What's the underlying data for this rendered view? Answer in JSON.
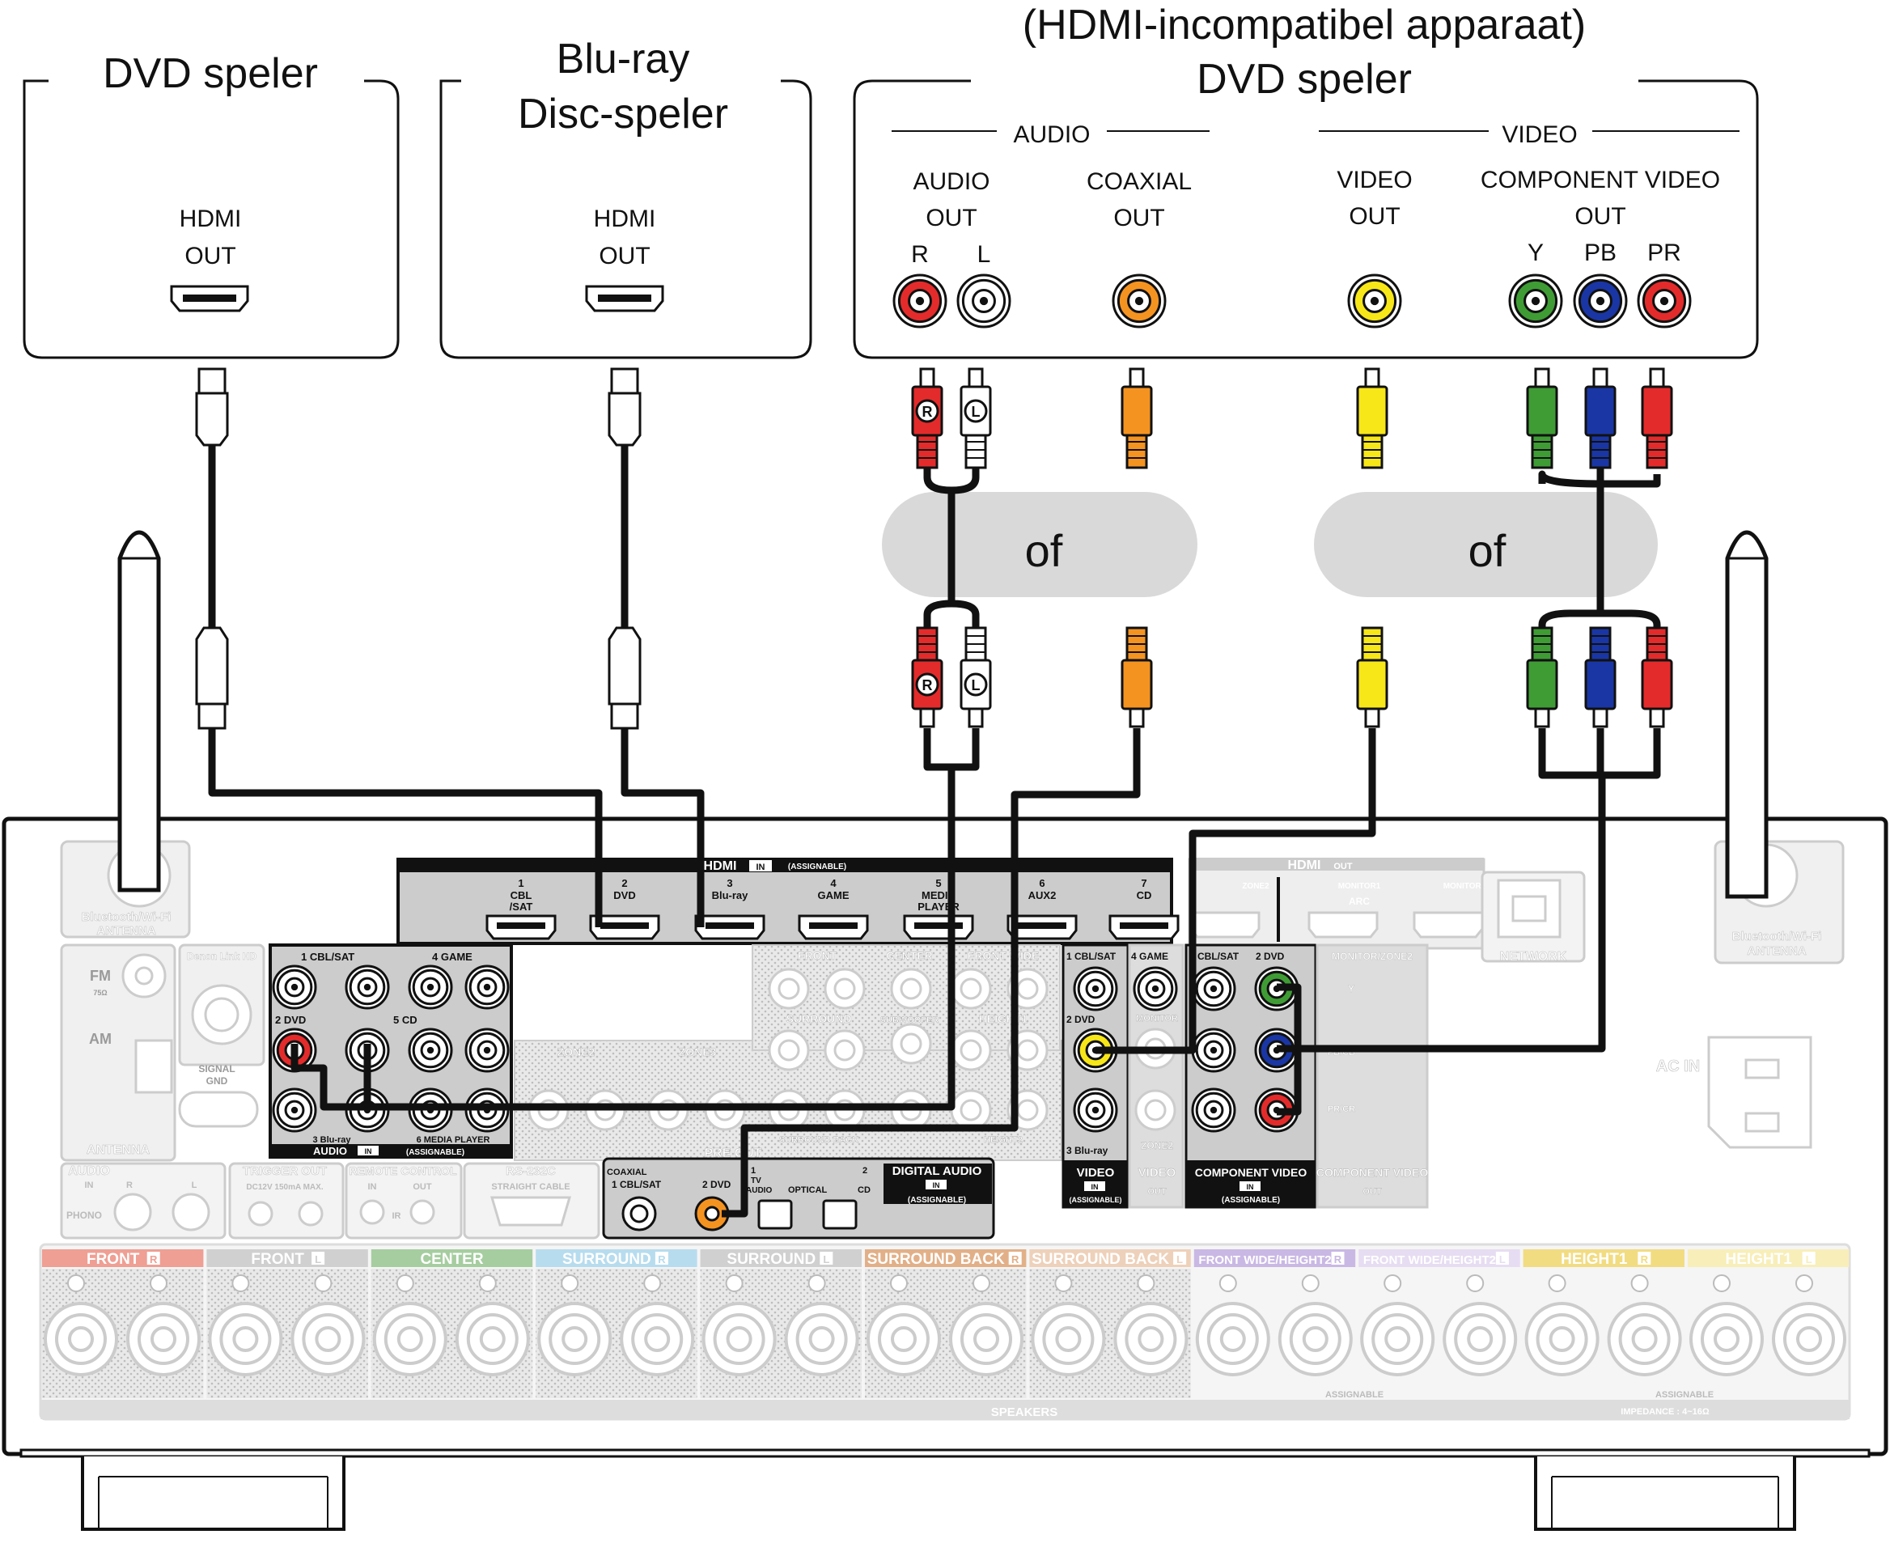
{
  "devices": {
    "dvd": {
      "title": "DVD speler",
      "port_line1": "HDMI",
      "port_line2": "OUT"
    },
    "bluray": {
      "title_line1": "Blu-ray",
      "title_line2": "Disc-speler",
      "port_line1": "HDMI",
      "port_line2": "OUT"
    },
    "legacy": {
      "title_line1": "(HDMI-incompatibel apparaat)",
      "title_line2": "DVD speler",
      "audio_group": "AUDIO",
      "video_group": "VIDEO",
      "audio_out_line1": "AUDIO",
      "audio_out_line2": "OUT",
      "ch_r": "R",
      "ch_l": "L",
      "coaxial_line1": "COAXIAL",
      "coaxial_line2": "OUT",
      "video_out_line1": "VIDEO",
      "video_out_line2": "OUT",
      "component_line1": "COMPONENT VIDEO",
      "component_line2": "OUT",
      "y": "Y",
      "pb": "PB",
      "pr": "PR"
    }
  },
  "connectors": {
    "r": "R",
    "l": "L"
  },
  "or_label": "of",
  "receiver": {
    "hdmi_in": {
      "title": "HDMI",
      "in": "IN",
      "assignable": "(ASSIGNABLE)",
      "inputs": [
        {
          "num": "1",
          "name": "CBL",
          "name2": "/SAT"
        },
        {
          "num": "2",
          "name": "DVD",
          "name2": ""
        },
        {
          "num": "3",
          "name": "Blu-ray",
          "name2": ""
        },
        {
          "num": "4",
          "name": "GAME",
          "name2": ""
        },
        {
          "num": "5",
          "name": "MEDIA",
          "name2": "PLAYER"
        },
        {
          "num": "6",
          "name": "AUX2",
          "name2": ""
        },
        {
          "num": "7",
          "name": "CD",
          "name2": ""
        }
      ]
    },
    "hdmi_out": {
      "title": "HDMI",
      "out": "OUT",
      "zone2": "ZONE2",
      "monitor1": "MONITOR1",
      "arc": "ARC",
      "monitor2": "MONITOR2"
    },
    "network": "NETWORK",
    "ant_left": {
      "line1": "Bluetooth/Wi-Fi",
      "line2": "ANTENNA"
    },
    "ant_right": {
      "line1": "Bluetooth/Wi-Fi",
      "line2": "ANTENNA"
    },
    "antenna": {
      "fm": "FM",
      "fm_ohm": "75Ω",
      "am": "AM",
      "label": "ANTENNA",
      "denon_link": "Denon Link HD",
      "signal": "SIGNAL",
      "gnd": "GND"
    },
    "audio_in": {
      "cbl": "1 CBL/SAT",
      "game": "4 GAME",
      "dvd": "2 DVD",
      "cd": "5 CD",
      "bluray": "3 Blu-ray",
      "media": "6 MEDIA PLAYER",
      "title": "AUDIO",
      "in": "IN",
      "assignable": "(ASSIGNABLE)"
    },
    "preout": {
      "front": "FRONT",
      "center": "CENTER",
      "front_wide": "FRONT WIDE",
      "surround": "SURROUND",
      "subwoofer": "SUBWOOFER",
      "height1": "HEIGHT1",
      "zone2": "ZONE2",
      "zone3": "ZONE3",
      "surround_back": "SURROUND BACK",
      "height2": "HEIGHT2",
      "title": "PRE OUT"
    },
    "digital": {
      "coaxial": "COAXIAL",
      "cbl": "1 CBL/SAT",
      "dvd": "2 DVD",
      "optical": "OPTICAL",
      "tv": "1",
      "tv2": "TV",
      "tv3": "AUDIO",
      "cd_num": "2",
      "cd": "CD",
      "title": "DIGITAL AUDIO",
      "in": "IN",
      "assignable": "(ASSIGNABLE)"
    },
    "video_in": {
      "cbl": "1 CBL/SAT",
      "game": "4 GAME",
      "dvd": "2 DVD",
      "monitor": "MONITOR",
      "bluray": "3 Blu-ray",
      "zone2": "ZONE2",
      "title": "VIDEO",
      "in": "IN",
      "assignable": "(ASSIGNABLE)",
      "out_title": "VIDEO",
      "out": "OUT"
    },
    "component_in": {
      "cbl": "1 CBL/SAT",
      "dvd": "2 DVD",
      "title": "COMPONENT VIDEO",
      "in": "IN",
      "assignable": "(ASSIGNABLE)"
    },
    "component_out": {
      "header": "MONITOR/ZONE2",
      "y": "Y",
      "pbcb": "PB/CB",
      "prcr": "PR/CR",
      "title": "COMPONENT VIDEO",
      "out": "OUT"
    },
    "ac_in": "AC IN",
    "misc": {
      "audio_in": "AUDIO",
      "in": "IN",
      "r": "R",
      "l": "L",
      "phono": "PHONO",
      "trigger": "TRIGGER OUT",
      "trigger_spec": "DC12V 150mA MAX.",
      "remote": "REMOTE CONTROL",
      "remote_in": "IN",
      "remote_out": "OUT",
      "ir": "IR",
      "rs232": "RS-232C",
      "straight": "STRAIGHT CABLE"
    },
    "speakers": {
      "labels": [
        "FRONT",
        "FRONT",
        "CENTER",
        "SURROUND",
        "SURROUND",
        "SURROUND BACK",
        "SURROUND BACK",
        "FRONT WIDE/HEIGHT2",
        "FRONT WIDE/HEIGHT2",
        "HEIGHT1",
        "HEIGHT1"
      ],
      "sides": [
        "R",
        "L",
        "",
        "R",
        "L",
        "R",
        "L",
        "R",
        "L",
        "R",
        "L"
      ],
      "colors": [
        "#ef9f94",
        "#d0d0d0",
        "#a6cda0",
        "#b7dcee",
        "#d0d0d0",
        "#e2b088",
        "#eed1ba",
        "#c9b8e4",
        "#e7ddf2",
        "#f2dc82",
        "#f8eeb9"
      ],
      "title": "SPEAKERS",
      "assignable": "ASSIGNABLE",
      "impedance": "IMPEDANCE : 4~16Ω"
    }
  },
  "colors": {
    "red": "#e42b2b",
    "white": "#ffffff",
    "orange": "#f59321",
    "yellow": "#f7e719",
    "green": "#3f9c35",
    "blue": "#1a36a5"
  }
}
